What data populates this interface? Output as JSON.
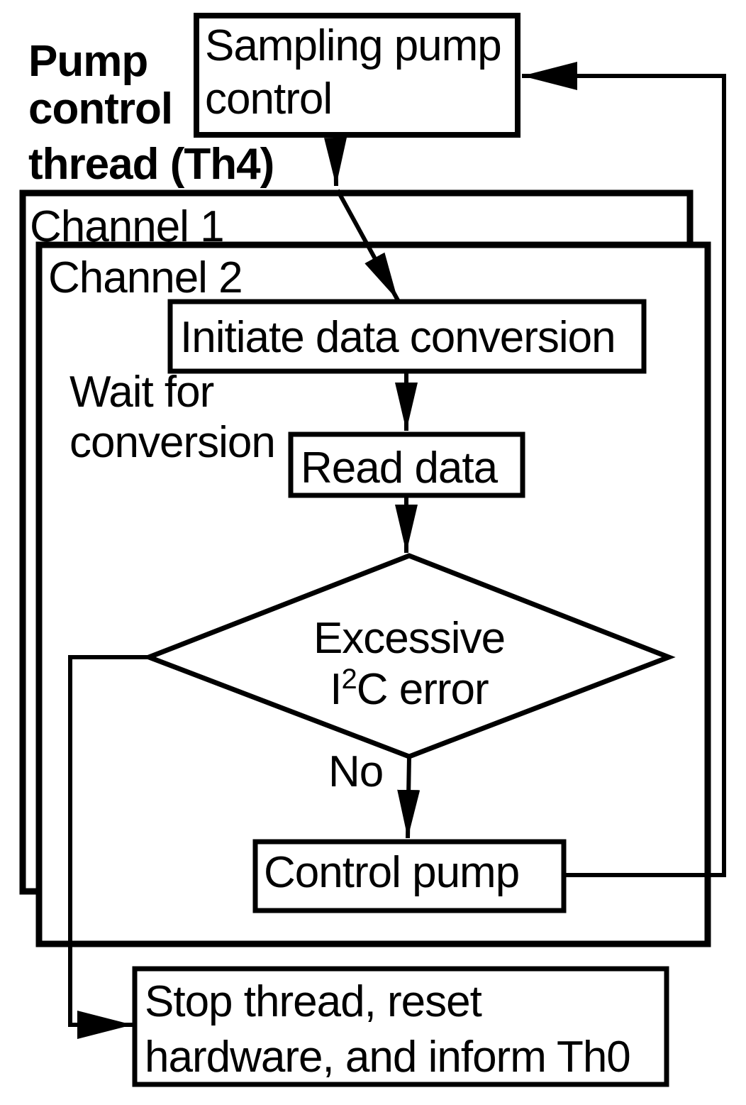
{
  "colors": {
    "stroke": "#000000",
    "background": "#ffffff",
    "text": "#000000"
  },
  "title": {
    "line1": "Pump",
    "line2": "control",
    "line3": "thread (Th4)"
  },
  "containers": {
    "channel1_label": "Channel 1",
    "channel2_label": "Channel 2"
  },
  "nodes": {
    "sampling": {
      "line1": "Sampling pump",
      "line2": "control"
    },
    "initiate": {
      "label": "Initiate data conversion"
    },
    "read": {
      "label": "Read data"
    },
    "decision": {
      "line1": "Excessive",
      "line2_base": "I",
      "line2_sup": "2",
      "line2_rest": "C error"
    },
    "control_pump": {
      "label": "Control pump"
    },
    "stop": {
      "line1": "Stop thread, reset",
      "line2": "hardware, and inform Th0"
    }
  },
  "labels": {
    "wait_line1": "Wait for",
    "wait_line2": "conversion",
    "no": "No"
  }
}
